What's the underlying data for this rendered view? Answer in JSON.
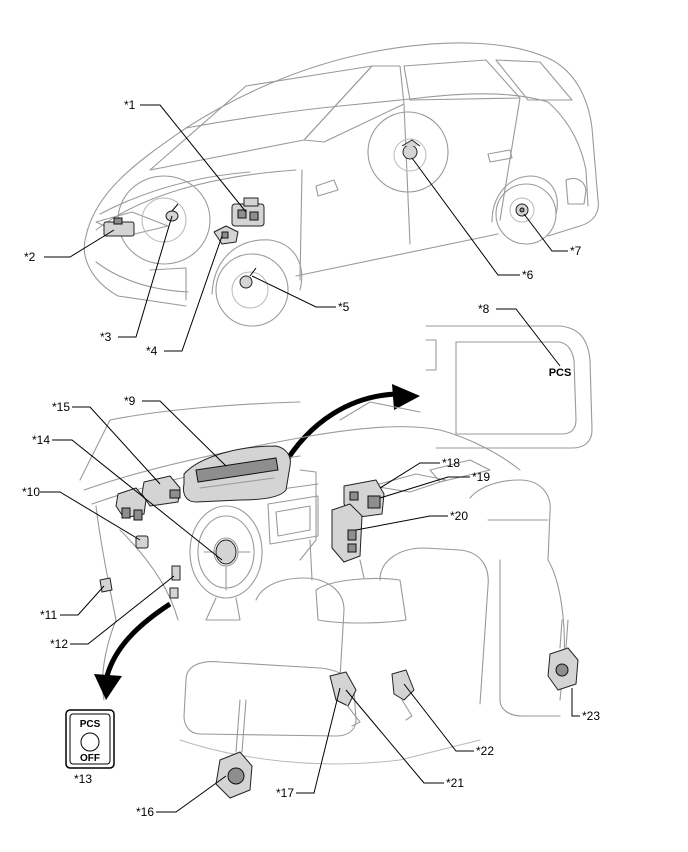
{
  "callouts": {
    "c1": "*1",
    "c2": "*2",
    "c3": "*3",
    "c4": "*4",
    "c5": "*5",
    "c6": "*6",
    "c7": "*7",
    "c8": "*8",
    "c9": "*9",
    "c10": "*10",
    "c11": "*11",
    "c12": "*12",
    "c13": "*13",
    "c14": "*14",
    "c15": "*15",
    "c16": "*16",
    "c17": "*17",
    "c18": "*18",
    "c19": "*19",
    "c20": "*20",
    "c21": "*21",
    "c22": "*22",
    "c23": "*23"
  },
  "meter_indicator_text": "PCS",
  "switch_top_text": "PCS",
  "switch_bottom_text": "OFF"
}
